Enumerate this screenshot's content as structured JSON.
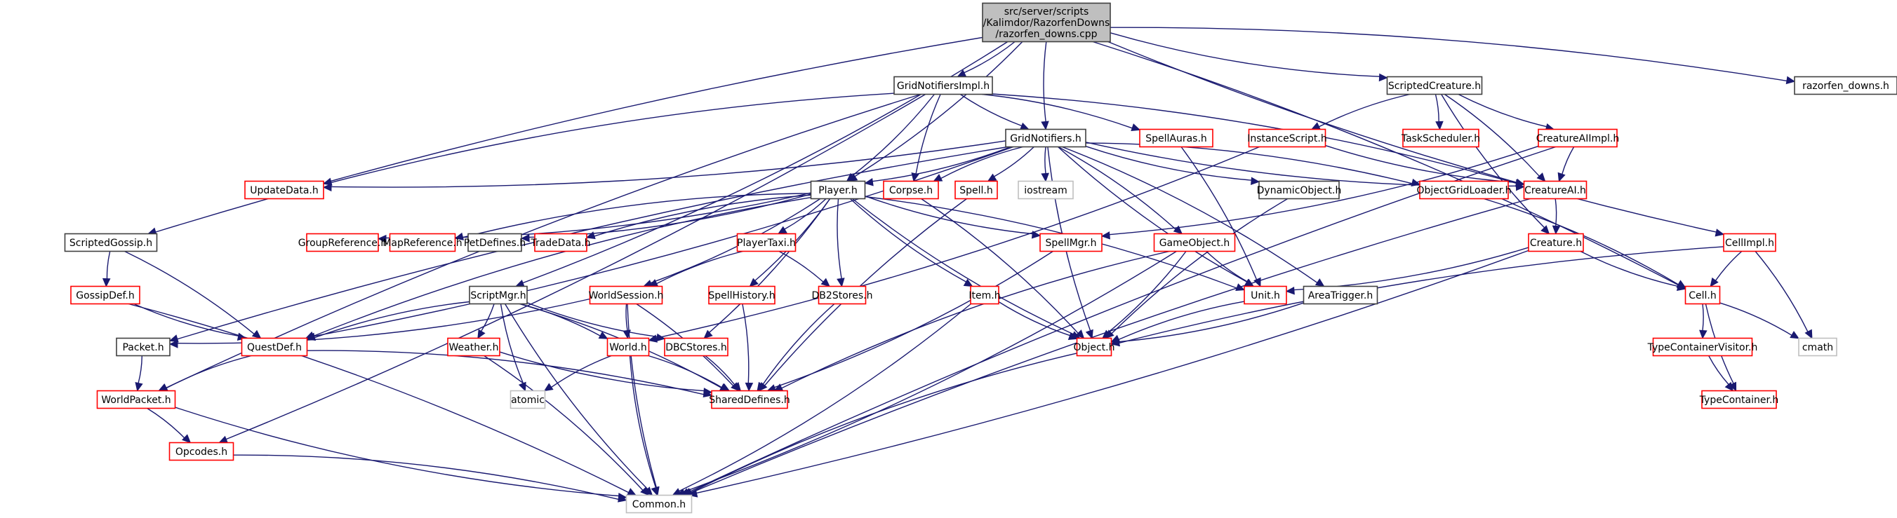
{
  "diagram": {
    "type": "include-dependency-graph",
    "colors": {
      "edge": "#191970",
      "root_fill": "#bfbfbf",
      "root_border": "#404040",
      "documented_border": "#404040",
      "undocumented_border": "#ff0000",
      "system_border": "#bfbfbf",
      "node_fill": "#ffffff"
    },
    "nodes": [
      {
        "id": "root",
        "lines": [
          "src/server/scripts",
          "/Kalimdor/RazorfenDowns",
          "/razorfen_downs.cpp"
        ],
        "kind": "root"
      },
      {
        "id": "GridNotifiersImpl",
        "lines": [
          "GridNotifiersImpl.h"
        ],
        "kind": "documented"
      },
      {
        "id": "ScriptedCreature",
        "lines": [
          "ScriptedCreature.h"
        ],
        "kind": "documented"
      },
      {
        "id": "razorfen_downs_h",
        "lines": [
          "razorfen_downs.h"
        ],
        "kind": "documented"
      },
      {
        "id": "GridNotifiers",
        "lines": [
          "GridNotifiers.h"
        ],
        "kind": "documented"
      },
      {
        "id": "SpellAuras",
        "lines": [
          "SpellAuras.h"
        ],
        "kind": "undocumented"
      },
      {
        "id": "InstanceScript",
        "lines": [
          "InstanceScript.h"
        ],
        "kind": "undocumented"
      },
      {
        "id": "TaskScheduler",
        "lines": [
          "TaskScheduler.h"
        ],
        "kind": "undocumented"
      },
      {
        "id": "CreatureAIImpl",
        "lines": [
          "CreatureAIImpl.h"
        ],
        "kind": "undocumented"
      },
      {
        "id": "CellImpl",
        "lines": [
          "CellImpl.h"
        ],
        "kind": "undocumented"
      },
      {
        "id": "UpdateData",
        "lines": [
          "UpdateData.h"
        ],
        "kind": "undocumented"
      },
      {
        "id": "Player",
        "lines": [
          "Player.h"
        ],
        "kind": "documented"
      },
      {
        "id": "Corpse",
        "lines": [
          "Corpse.h"
        ],
        "kind": "undocumented"
      },
      {
        "id": "Spell",
        "lines": [
          "Spell.h"
        ],
        "kind": "undocumented"
      },
      {
        "id": "iostream",
        "lines": [
          "iostream"
        ],
        "kind": "system"
      },
      {
        "id": "DynamicObject",
        "lines": [
          "DynamicObject.h"
        ],
        "kind": "documented"
      },
      {
        "id": "ObjectGridLoader",
        "lines": [
          "ObjectGridLoader.h"
        ],
        "kind": "undocumented"
      },
      {
        "id": "CreatureAI",
        "lines": [
          "CreatureAI.h"
        ],
        "kind": "undocumented"
      },
      {
        "id": "Creature",
        "lines": [
          "Creature.h"
        ],
        "kind": "undocumented"
      },
      {
        "id": "ScriptedGossip",
        "lines": [
          "ScriptedGossip.h"
        ],
        "kind": "documented"
      },
      {
        "id": "GroupReference",
        "lines": [
          "GroupReference.h"
        ],
        "kind": "undocumented"
      },
      {
        "id": "MapReference",
        "lines": [
          "MapReference.h"
        ],
        "kind": "undocumented"
      },
      {
        "id": "PetDefines",
        "lines": [
          "PetDefines.h"
        ],
        "kind": "documented"
      },
      {
        "id": "TradeData",
        "lines": [
          "TradeData.h"
        ],
        "kind": "undocumented"
      },
      {
        "id": "PlayerTaxi",
        "lines": [
          "PlayerTaxi.h"
        ],
        "kind": "undocumented"
      },
      {
        "id": "SpellMgr",
        "lines": [
          "SpellMgr.h"
        ],
        "kind": "undocumented"
      },
      {
        "id": "GameObject",
        "lines": [
          "GameObject.h"
        ],
        "kind": "undocumented"
      },
      {
        "id": "Unit",
        "lines": [
          "Unit.h"
        ],
        "kind": "undocumented"
      },
      {
        "id": "AreaTrigger",
        "lines": [
          "AreaTrigger.h"
        ],
        "kind": "documented"
      },
      {
        "id": "GossipDef",
        "lines": [
          "GossipDef.h"
        ],
        "kind": "undocumented"
      },
      {
        "id": "ScriptMgr",
        "lines": [
          "ScriptMgr.h"
        ],
        "kind": "documented"
      },
      {
        "id": "WorldSession",
        "lines": [
          "WorldSession.h"
        ],
        "kind": "undocumented"
      },
      {
        "id": "SpellHistory",
        "lines": [
          "SpellHistory.h"
        ],
        "kind": "undocumented"
      },
      {
        "id": "DB2Stores",
        "lines": [
          "DB2Stores.h"
        ],
        "kind": "undocumented"
      },
      {
        "id": "Item",
        "lines": [
          "Item.h"
        ],
        "kind": "undocumented"
      },
      {
        "id": "Packet",
        "lines": [
          "Packet.h"
        ],
        "kind": "documented"
      },
      {
        "id": "QuestDef",
        "lines": [
          "QuestDef.h"
        ],
        "kind": "undocumented"
      },
      {
        "id": "Weather",
        "lines": [
          "Weather.h"
        ],
        "kind": "undocumented"
      },
      {
        "id": "World",
        "lines": [
          "World.h"
        ],
        "kind": "undocumented"
      },
      {
        "id": "DBCStores",
        "lines": [
          "DBCStores.h"
        ],
        "kind": "undocumented"
      },
      {
        "id": "Object",
        "lines": [
          "Object.h"
        ],
        "kind": "undocumented"
      },
      {
        "id": "Cell",
        "lines": [
          "Cell.h"
        ],
        "kind": "undocumented"
      },
      {
        "id": "cmath",
        "lines": [
          "cmath"
        ],
        "kind": "system"
      },
      {
        "id": "TypeContainerVisitor",
        "lines": [
          "TypeContainerVisitor.h"
        ],
        "kind": "undocumented"
      },
      {
        "id": "TypeContainer",
        "lines": [
          "TypeContainer.h"
        ],
        "kind": "undocumented"
      },
      {
        "id": "WorldPacket",
        "lines": [
          "WorldPacket.h"
        ],
        "kind": "undocumented"
      },
      {
        "id": "atomic",
        "lines": [
          "atomic"
        ],
        "kind": "system"
      },
      {
        "id": "SharedDefines",
        "lines": [
          "SharedDefines.h"
        ],
        "kind": "undocumented"
      },
      {
        "id": "Opcodes",
        "lines": [
          "Opcodes.h"
        ],
        "kind": "undocumented"
      },
      {
        "id": "Common",
        "lines": [
          "Common.h"
        ],
        "kind": "system"
      }
    ],
    "edges": [
      [
        "root",
        "GridNotifiersImpl"
      ],
      [
        "root",
        "ScriptedCreature"
      ],
      [
        "root",
        "razorfen_downs_h"
      ],
      [
        "root",
        "GridNotifiers"
      ],
      [
        "root",
        "Player"
      ],
      [
        "root",
        "ScriptedGossip"
      ],
      [
        "root",
        "ScriptMgr"
      ],
      [
        "root",
        "CellImpl"
      ],
      [
        "root",
        "Cell"
      ],
      [
        "GridNotifiersImpl",
        "GridNotifiers"
      ],
      [
        "GridNotifiersImpl",
        "SpellAuras"
      ],
      [
        "GridNotifiersImpl",
        "UpdateData"
      ],
      [
        "GridNotifiersImpl",
        "Player"
      ],
      [
        "GridNotifiersImpl",
        "Corpse"
      ],
      [
        "GridNotifiersImpl",
        "CreatureAI"
      ],
      [
        "GridNotifiersImpl",
        "WorldPacket"
      ],
      [
        "GridNotifiersImpl",
        "Opcodes"
      ],
      [
        "ScriptedCreature",
        "InstanceScript"
      ],
      [
        "ScriptedCreature",
        "TaskScheduler"
      ],
      [
        "ScriptedCreature",
        "CreatureAIImpl"
      ],
      [
        "ScriptedCreature",
        "CreatureAI"
      ],
      [
        "ScriptedCreature",
        "Creature"
      ],
      [
        "GridNotifiers",
        "Player"
      ],
      [
        "GridNotifiers",
        "Corpse"
      ],
      [
        "GridNotifiers",
        "Spell"
      ],
      [
        "GridNotifiers",
        "iostream"
      ],
      [
        "GridNotifiers",
        "UpdateData"
      ],
      [
        "GridNotifiers",
        "DynamicObject"
      ],
      [
        "GridNotifiers",
        "ObjectGridLoader"
      ],
      [
        "GridNotifiers",
        "CreatureAI"
      ],
      [
        "GridNotifiers",
        "GameObject"
      ],
      [
        "GridNotifiers",
        "Unit"
      ],
      [
        "GridNotifiers",
        "AreaTrigger"
      ],
      [
        "GridNotifiers",
        "Object"
      ],
      [
        "GridNotifiers",
        "QuestDef"
      ],
      [
        "GridNotifiers",
        "Packet"
      ],
      [
        "SpellAuras",
        "Unit"
      ],
      [
        "InstanceScript",
        "CreatureAI"
      ],
      [
        "InstanceScript",
        "World"
      ],
      [
        "CreatureAIImpl",
        "CreatureAI"
      ],
      [
        "CreatureAIImpl",
        "SpellMgr"
      ],
      [
        "CreatureAIImpl",
        "Common"
      ],
      [
        "CreatureAI",
        "Creature"
      ],
      [
        "CreatureAI",
        "Common"
      ],
      [
        "Creature",
        "Unit"
      ],
      [
        "Creature",
        "Cell"
      ],
      [
        "Creature",
        "Common"
      ],
      [
        "CellImpl",
        "Cell"
      ],
      [
        "CellImpl",
        "cmath"
      ],
      [
        "CellImpl",
        "Object"
      ],
      [
        "Cell",
        "TypeContainerVisitor"
      ],
      [
        "Cell",
        "TypeContainer"
      ],
      [
        "Cell",
        "cmath"
      ],
      [
        "TypeContainerVisitor",
        "TypeContainer"
      ],
      [
        "Player",
        "GroupReference"
      ],
      [
        "Player",
        "MapReference"
      ],
      [
        "Player",
        "PetDefines"
      ],
      [
        "Player",
        "TradeData"
      ],
      [
        "Player",
        "PlayerTaxi"
      ],
      [
        "Player",
        "SpellMgr"
      ],
      [
        "Player",
        "WorldSession"
      ],
      [
        "Player",
        "DB2Stores"
      ],
      [
        "Player",
        "DBCStores"
      ],
      [
        "Player",
        "Item"
      ],
      [
        "Player",
        "Unit"
      ],
      [
        "Player",
        "QuestDef"
      ],
      [
        "Player",
        "SpellHistory"
      ],
      [
        "Player",
        "Object"
      ],
      [
        "Corpse",
        "Object"
      ],
      [
        "Spell",
        "SharedDefines"
      ],
      [
        "PlayerTaxi",
        "DB2Stores"
      ],
      [
        "PlayerTaxi",
        "WorldSession"
      ],
      [
        "SpellMgr",
        "SharedDefines"
      ],
      [
        "GameObject",
        "Unit"
      ],
      [
        "GameObject",
        "Object"
      ],
      [
        "GameObject",
        "SharedDefines"
      ],
      [
        "GameObject",
        "Common"
      ],
      [
        "Unit",
        "Object"
      ],
      [
        "AreaTrigger",
        "Object"
      ],
      [
        "DynamicObject",
        "Object"
      ],
      [
        "ObjectGridLoader",
        "Cell"
      ],
      [
        "Item",
        "Object"
      ],
      [
        "Item",
        "Common"
      ],
      [
        "ScriptedGossip",
        "GossipDef"
      ],
      [
        "ScriptedGossip",
        "QuestDef"
      ],
      [
        "GossipDef",
        "QuestDef"
      ],
      [
        "GossipDef",
        "Common"
      ],
      [
        "ScriptMgr",
        "QuestDef"
      ],
      [
        "ScriptMgr",
        "Weather"
      ],
      [
        "ScriptMgr",
        "atomic"
      ],
      [
        "ScriptMgr",
        "World"
      ],
      [
        "ScriptMgr",
        "DBCStores"
      ],
      [
        "ScriptMgr",
        "SharedDefines"
      ],
      [
        "ScriptMgr",
        "Common"
      ],
      [
        "WorldSession",
        "Packet"
      ],
      [
        "WorldSession",
        "World"
      ],
      [
        "WorldSession",
        "SharedDefines"
      ],
      [
        "WorldSession",
        "Common"
      ],
      [
        "SpellHistory",
        "SharedDefines"
      ],
      [
        "DB2Stores",
        "SharedDefines"
      ],
      [
        "Packet",
        "WorldPacket"
      ],
      [
        "QuestDef",
        "WorldPacket"
      ],
      [
        "QuestDef",
        "SharedDefines"
      ],
      [
        "Weather",
        "SharedDefines"
      ],
      [
        "Weather",
        "Common"
      ],
      [
        "World",
        "atomic"
      ],
      [
        "World",
        "SharedDefines"
      ],
      [
        "World",
        "Common"
      ],
      [
        "DBCStores",
        "SharedDefines"
      ],
      [
        "Object",
        "Common"
      ],
      [
        "WorldPacket",
        "Opcodes"
      ],
      [
        "WorldPacket",
        "Common"
      ],
      [
        "Opcodes",
        "Common"
      ]
    ]
  }
}
